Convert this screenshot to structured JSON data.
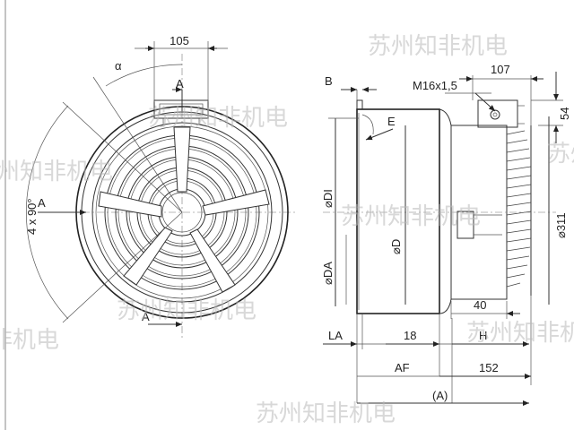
{
  "front_view": {
    "width_105": "105",
    "angle_alpha": "α",
    "pattern": "4 x 90°",
    "section_top": "A",
    "section_left": "A",
    "section_bottom": "A"
  },
  "side_view": {
    "label_b": "B",
    "thread": "M16x1,5",
    "width_107": "107",
    "height_54": "54",
    "label_e": "E",
    "dia_di": "⌀DI",
    "dia_d": "⌀D",
    "dia_da": "⌀DA",
    "dia_311": "⌀311",
    "dim_40": "40",
    "dim_la": "LA",
    "dim_18": "18",
    "dim_h": "H",
    "dim_af": "AF",
    "dim_152": "152",
    "dim_a_total": "(A)"
  },
  "watermark": "苏州知非机电"
}
